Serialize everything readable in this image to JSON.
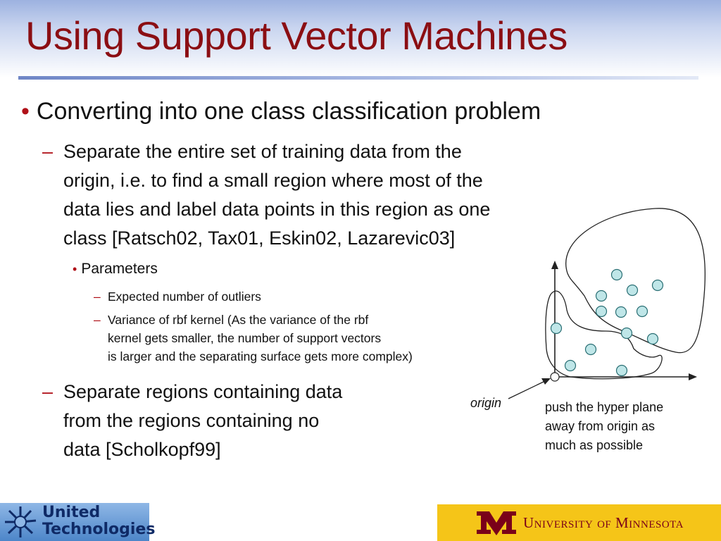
{
  "slide": {
    "title": "Using Support Vector Machines",
    "bullets": {
      "main": "Converting into one class classification problem",
      "sub1_lines": [
        "Separate the entire set of training data from the",
        "origin, i.e. to find a small region where most of the",
        "data lies and label data points in this region as one",
        "class [Ratsch02, Tax01, Eskin02, Lazarevic03]"
      ],
      "parameters": "Parameters",
      "param1": "Expected number of outliers",
      "param2_lines": [
        "Variance of rbf kernel (As the variance of the rbf",
        "kernel gets smaller, the number of support vectors",
        "is larger and the separating surface gets more complex)"
      ],
      "sub2_lines": [
        "Separate regions containing data",
        "from the regions containing no",
        "data [Scholkopf99]"
      ],
      "bullet_symbol": "•",
      "dash_symbol": "–"
    },
    "diagram": {
      "origin_label": "origin",
      "note_lines": [
        "push the hyper plane",
        "away from origin as",
        "much as possible"
      ],
      "point_color": "#bfe6e8"
    },
    "footer": {
      "left_logo_lines": [
        "United",
        "Technologies"
      ],
      "right_logo_text": "University of Minnesota"
    }
  }
}
